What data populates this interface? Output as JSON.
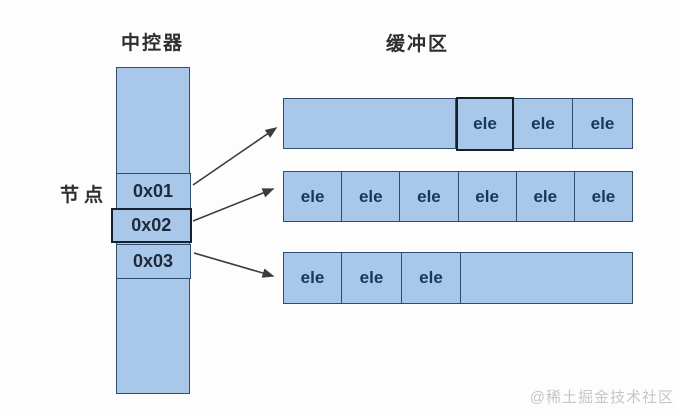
{
  "titles": {
    "controller": "中控器",
    "buffer": "缓冲区"
  },
  "labels": {
    "node": "节点"
  },
  "controller": {
    "nodes": [
      {
        "label": "0x01",
        "highlighted": false
      },
      {
        "label": "0x02",
        "highlighted": true
      },
      {
        "label": "0x03",
        "highlighted": false
      }
    ]
  },
  "buffers": [
    {
      "pointed_by": "0x01",
      "cells": [
        "",
        "ele",
        "ele",
        "ele"
      ],
      "highlighted_cell_index": 1
    },
    {
      "pointed_by": "0x02",
      "cells": [
        "ele",
        "ele",
        "ele",
        "ele",
        "ele",
        "ele"
      ],
      "highlighted_cell_index": null
    },
    {
      "pointed_by": "0x03",
      "cells": [
        "ele",
        "ele",
        "ele",
        ""
      ],
      "highlighted_cell_index": null
    }
  ],
  "watermark": "@稀土掘金技术社区",
  "colors": {
    "cell_fill": "#a9c7e8",
    "cell_border": "#2f4d6e",
    "highlight_border": "#16212e",
    "cell_text": "#18365e",
    "node_text": "#1e2a3a",
    "label_text": "#2e2e2e",
    "arrow": "#3c3c3c",
    "watermark": "#c6c6c6"
  }
}
